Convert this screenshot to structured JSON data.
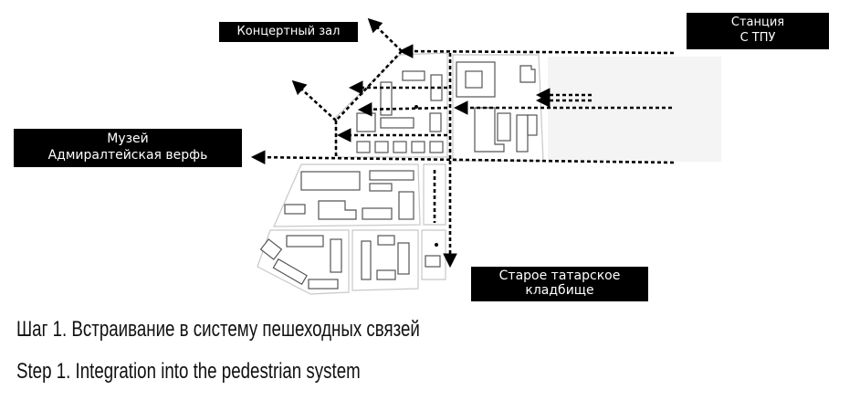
{
  "labels": {
    "concert_hall": "Концертный зал",
    "station": "Станция\nС ТПУ",
    "museum": "Музей\nАдмиралтейская верфь",
    "cemetery": "Старое татарское\nкладбище"
  },
  "captions": {
    "ru": "Шаг 1. Встраивание в систему пешеходных связей",
    "en": "Step 1. Integration into the pedestrian system"
  },
  "colors": {
    "route": "#000000",
    "block_stroke": "#cccccc",
    "building_stroke": "#555555",
    "label_bg": "#000000",
    "label_text": "#ffffff"
  }
}
